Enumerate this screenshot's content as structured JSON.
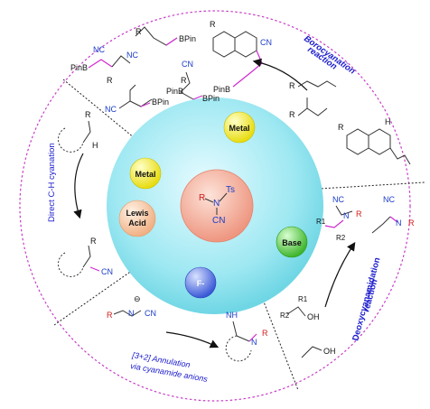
{
  "colors": {
    "outer_circle": "#c83cc8",
    "sector_divider": "#222222",
    "sphere_fill": "#8fe3ee",
    "center_fill": "#f3a48e",
    "metal_fill": "#f2ec2a",
    "lewis_fill": "#f6c7a2",
    "base_fill": "#5fce4a",
    "fluoride_fill": "#4f6fe0",
    "magenta_bond": "#d12ad1",
    "blue_atom": "#1a3cc8",
    "red_atom": "#d21919",
    "label_blue": "#1a1acc",
    "arrow": "#111111"
  },
  "center": {
    "r_label": "R",
    "n_label": "N",
    "ts_label": "Ts",
    "cn_label": "CN"
  },
  "spheres": {
    "metal_top": "Metal",
    "metal_left": "Metal",
    "lewis_line1": "Lewis",
    "lewis_line2": "Acid",
    "base": "Base",
    "fluoride": "F-"
  },
  "reactions": {
    "borocyanation": {
      "line1": "Borocyanation",
      "line2": "reaction"
    },
    "ch_cyanation": "Direct C-H cyanation",
    "annulation": {
      "line1": "[3+2] Annulation",
      "line2": "via cyanamide anions"
    },
    "deoxycyanamidation": {
      "line1": "Deoxycyanamidation",
      "line2": "reaction"
    }
  },
  "structures": {
    "pinb": "PinB",
    "bpin": "BPin",
    "nc": "NC",
    "cn": "CN",
    "r": "R",
    "r1": "R1",
    "r2": "R2",
    "h": "H",
    "n": "N",
    "nh": "NH",
    "oh": "OH",
    "minus": "⊖"
  }
}
